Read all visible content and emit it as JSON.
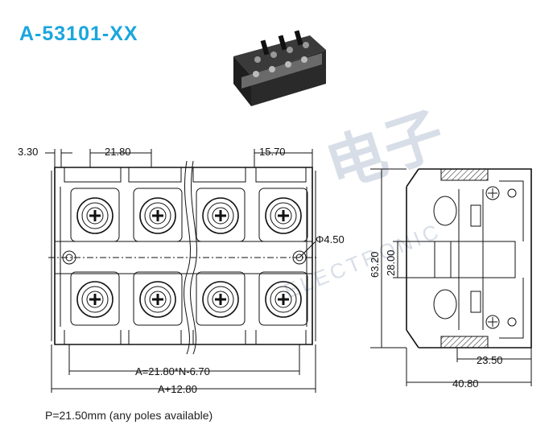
{
  "title": "A-53101-XX",
  "footnote": "P=21.50mm (any poles available)",
  "watermark": {
    "cn": "电子",
    "en": "ELECTRONIC"
  },
  "front_view": {
    "dim_left_margin": "3.30",
    "dim_pitch": "21.80",
    "dim_right": "15.70",
    "dim_hole": "Φ4.50",
    "dim_A": "A=21.80*N-6.70",
    "dim_total": "A+12.80",
    "poles": 4
  },
  "side_view": {
    "dim_height": "63.20",
    "dim_inner": "28.00",
    "dim_base": "23.50",
    "dim_width": "40.80"
  }
}
